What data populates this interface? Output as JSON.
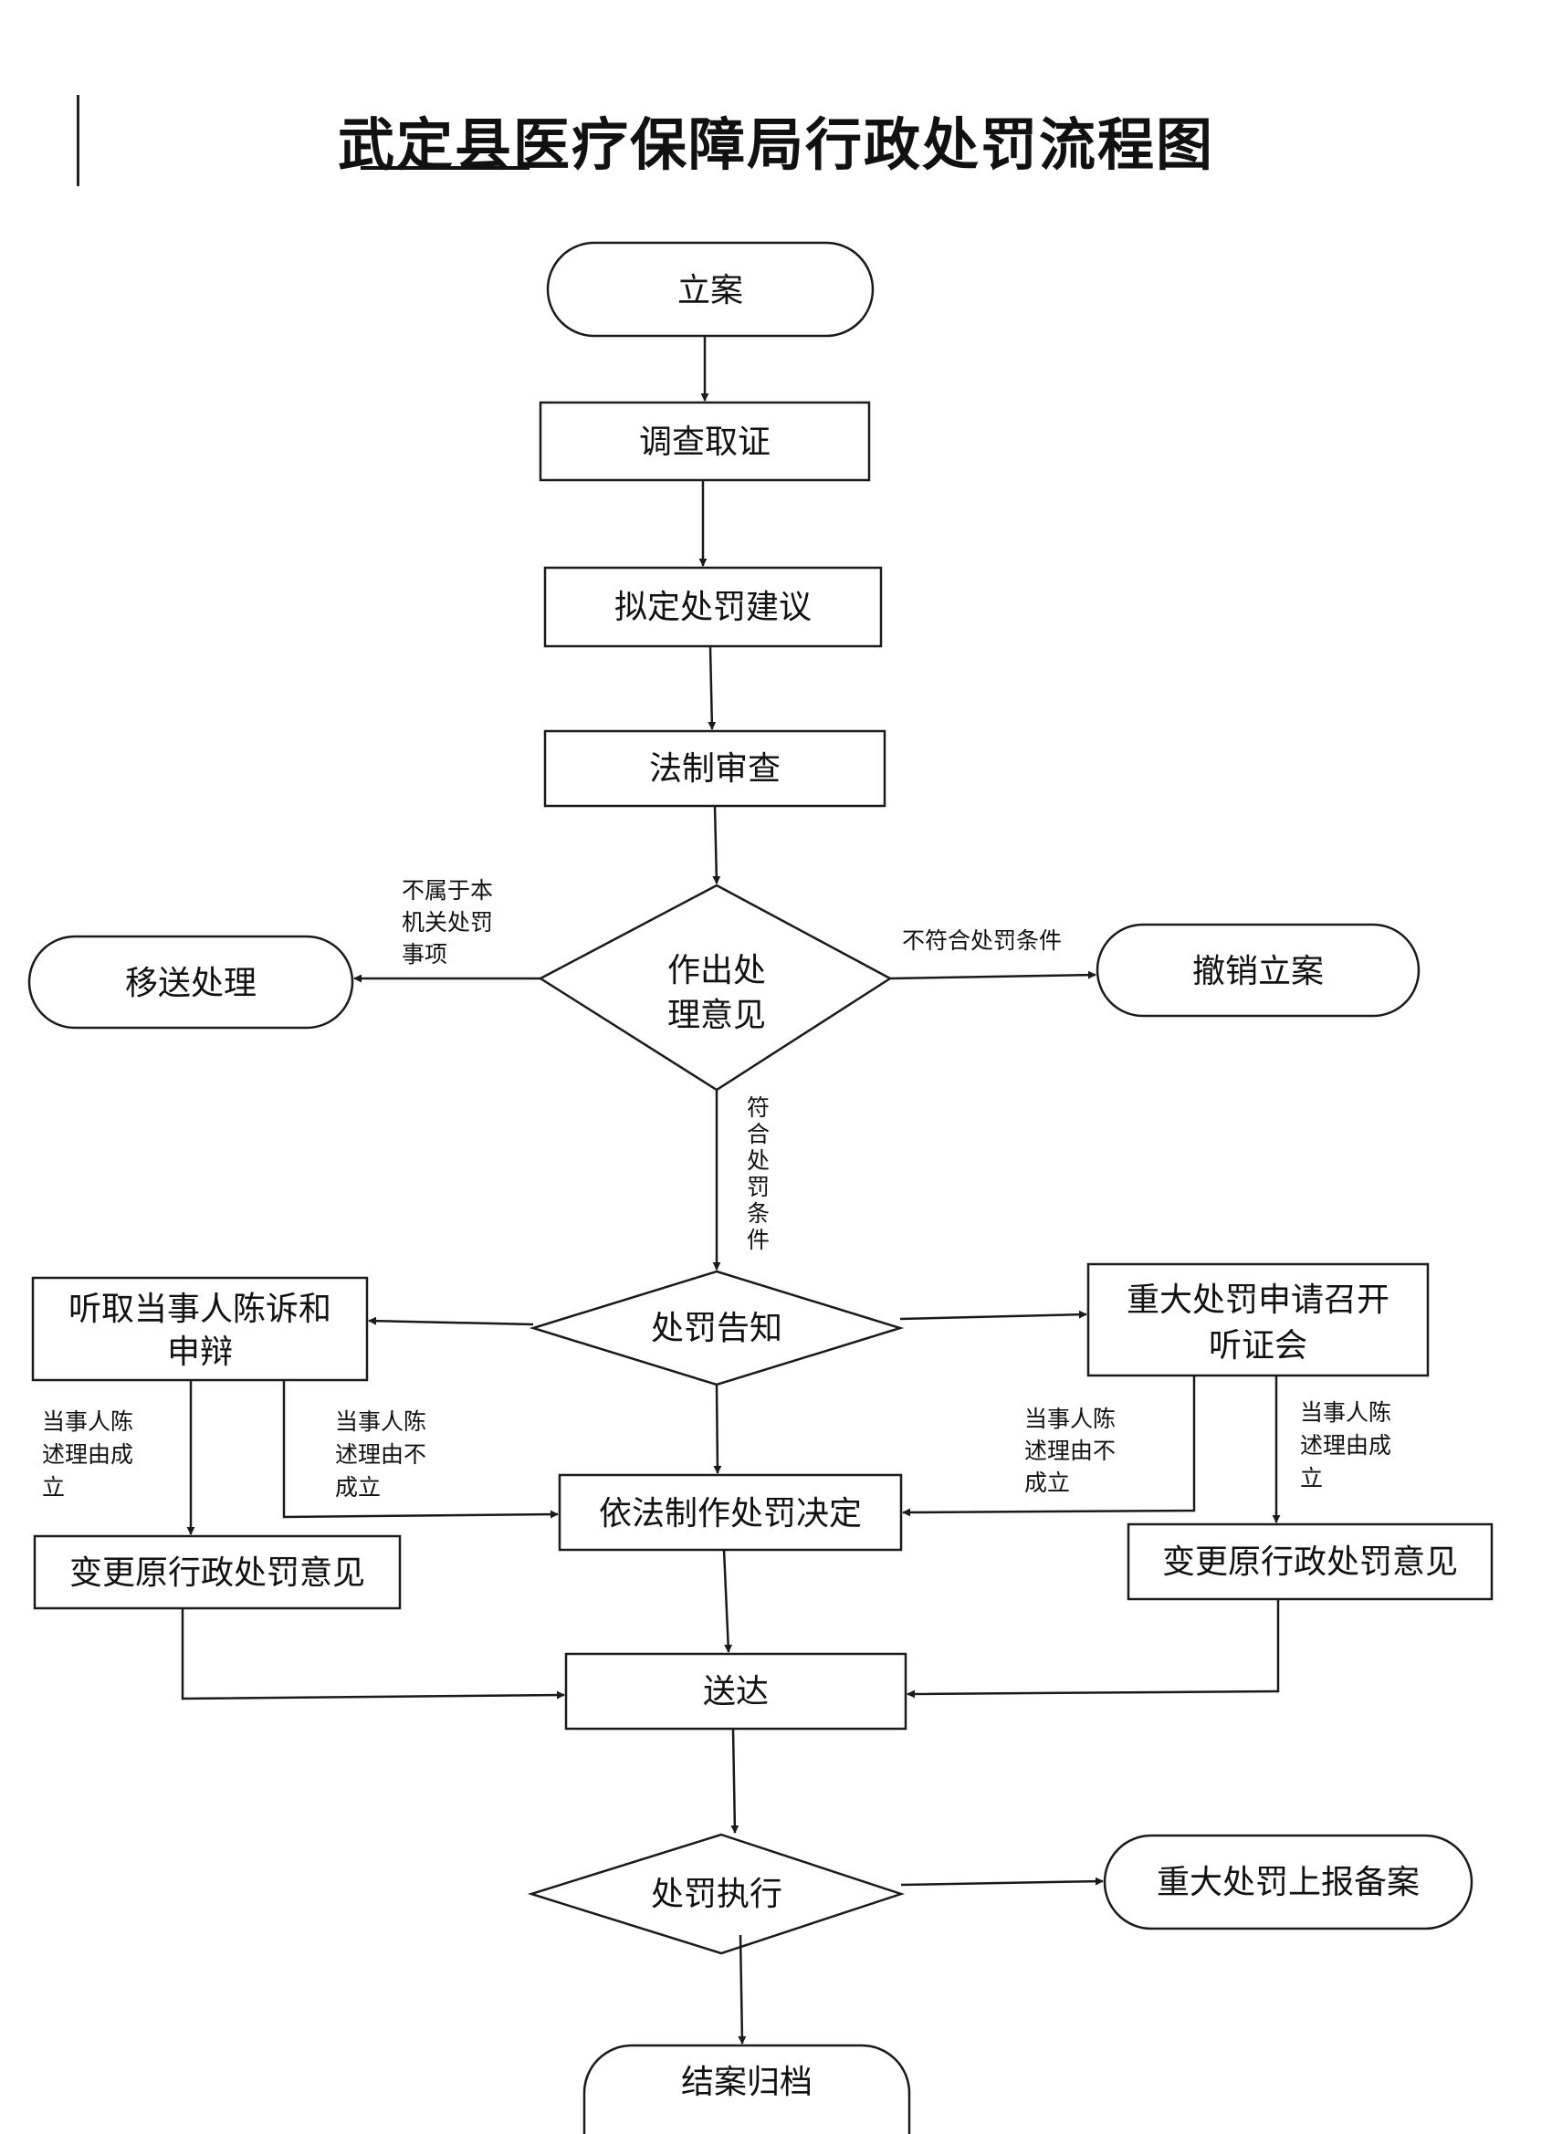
{
  "title": "武定县医疗保障局行政处罚流程图",
  "colors": {
    "stroke": "#1a1a1a",
    "text": "#111111",
    "background": "#ffffff"
  },
  "nodes": {
    "lian": "立案",
    "diaocha": "调查取证",
    "niding": "拟定处罚建议",
    "fazhi": "法制审查",
    "zuochu": [
      "作出处",
      "理意见"
    ],
    "yisong": "移送处理",
    "chexiao": "撤销立案",
    "gaozhi": "处罚告知",
    "tingqu": [
      "听取当事人陈诉和",
      "申辩"
    ],
    "zhongda_tingzheng": [
      "重大处罚申请召开",
      "听证会"
    ],
    "yifa": "依法制作处罚决定",
    "biangeng_left": "变更原行政处罚意见",
    "biangeng_right": "变更原行政处罚意见",
    "songda": "送达",
    "zhixing": "处罚执行",
    "shangbao": "重大处罚上报备案",
    "jiean": "结案归档"
  },
  "labels": {
    "bushuyu": [
      "不属于本",
      "机关处罚",
      "事项"
    ],
    "bufuhe": "不符合处罚条件",
    "fuhe": [
      "符",
      "合",
      "处",
      "罚",
      "条",
      "件"
    ],
    "left_chengli": [
      "当事人陈",
      "述理由成",
      "立"
    ],
    "left_buchengli": [
      "当事人陈",
      "述理由不",
      "成立"
    ],
    "right_buchengli": [
      "当事人陈",
      "述理由不",
      "成立"
    ],
    "right_chengli": [
      "当事人陈",
      "述理由成",
      "立"
    ]
  }
}
